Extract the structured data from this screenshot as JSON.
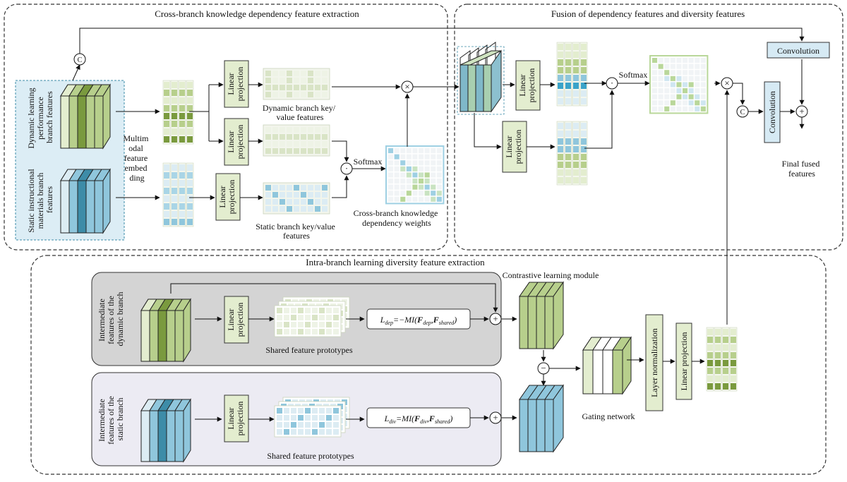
{
  "regions": {
    "cross_branch": "Cross-branch knowledge dependency feature extraction",
    "fusion": "Fusion of dependency features and diversity features",
    "intra_branch": "Intra-branch learning diversity feature extraction"
  },
  "inputs": {
    "dynamic": [
      "Dynamic learning",
      "performance",
      "branch features"
    ],
    "static": [
      "Static instructional",
      "materials branch",
      "features"
    ]
  },
  "multimodal_embedding": [
    "Multim",
    "odal",
    "feature",
    "embed",
    "ding"
  ],
  "linear_projection": [
    "Linear",
    "projection"
  ],
  "labels": {
    "dynamic_kv": [
      "Dynamic branch key/",
      "value features"
    ],
    "static_kv": [
      "Static branch key/value",
      "features"
    ],
    "softmax": "Softmax",
    "cross_weights": [
      "Cross-branch knowledge",
      "dependency weights"
    ],
    "convolution": "Convolution",
    "final_fused": [
      "Final fused",
      "features"
    ],
    "contrastive": "Contrastive learning module",
    "shared_prototypes": "Shared feature prototypes",
    "gating": "Gating network",
    "layer_norm": "Layer normalization",
    "linear_proj_single": "Linear projection",
    "intermediate_dynamic": [
      "Intermediate",
      "features of the",
      "dynamic branch"
    ],
    "intermediate_static": [
      "Intermediate",
      "features of the",
      "static branch"
    ]
  },
  "formulas": {
    "dep": {
      "main": "L",
      "sub": "dep",
      "rest": "=−MI(",
      "f1": "F",
      "f1sub": "dep",
      "sep": ",",
      "f2": "F",
      "f2sub": "shared",
      "end": ")"
    },
    "div": {
      "main": "L",
      "sub": "div",
      "rest": "=MI(",
      "f1": "F",
      "f1sub": "div",
      "sep": ",",
      "f2": "F",
      "f2sub": "shared",
      "end": ")"
    }
  },
  "symbols": {
    "concat": "C",
    "multiply": "×",
    "add": "+",
    "dot": "·",
    "minus": "−"
  },
  "colors": {
    "green_light": "#e3edcf",
    "green_mid": "#b7cf8c",
    "green_dark": "#7a9a3e",
    "blue_light": "#dcecf3",
    "blue_mid": "#8fc6dc",
    "blue_dark": "#3d8ca8",
    "region_gray": "#d4d4d4",
    "region_lavender": "#ecebf3",
    "input_box": "#dcedf5"
  }
}
